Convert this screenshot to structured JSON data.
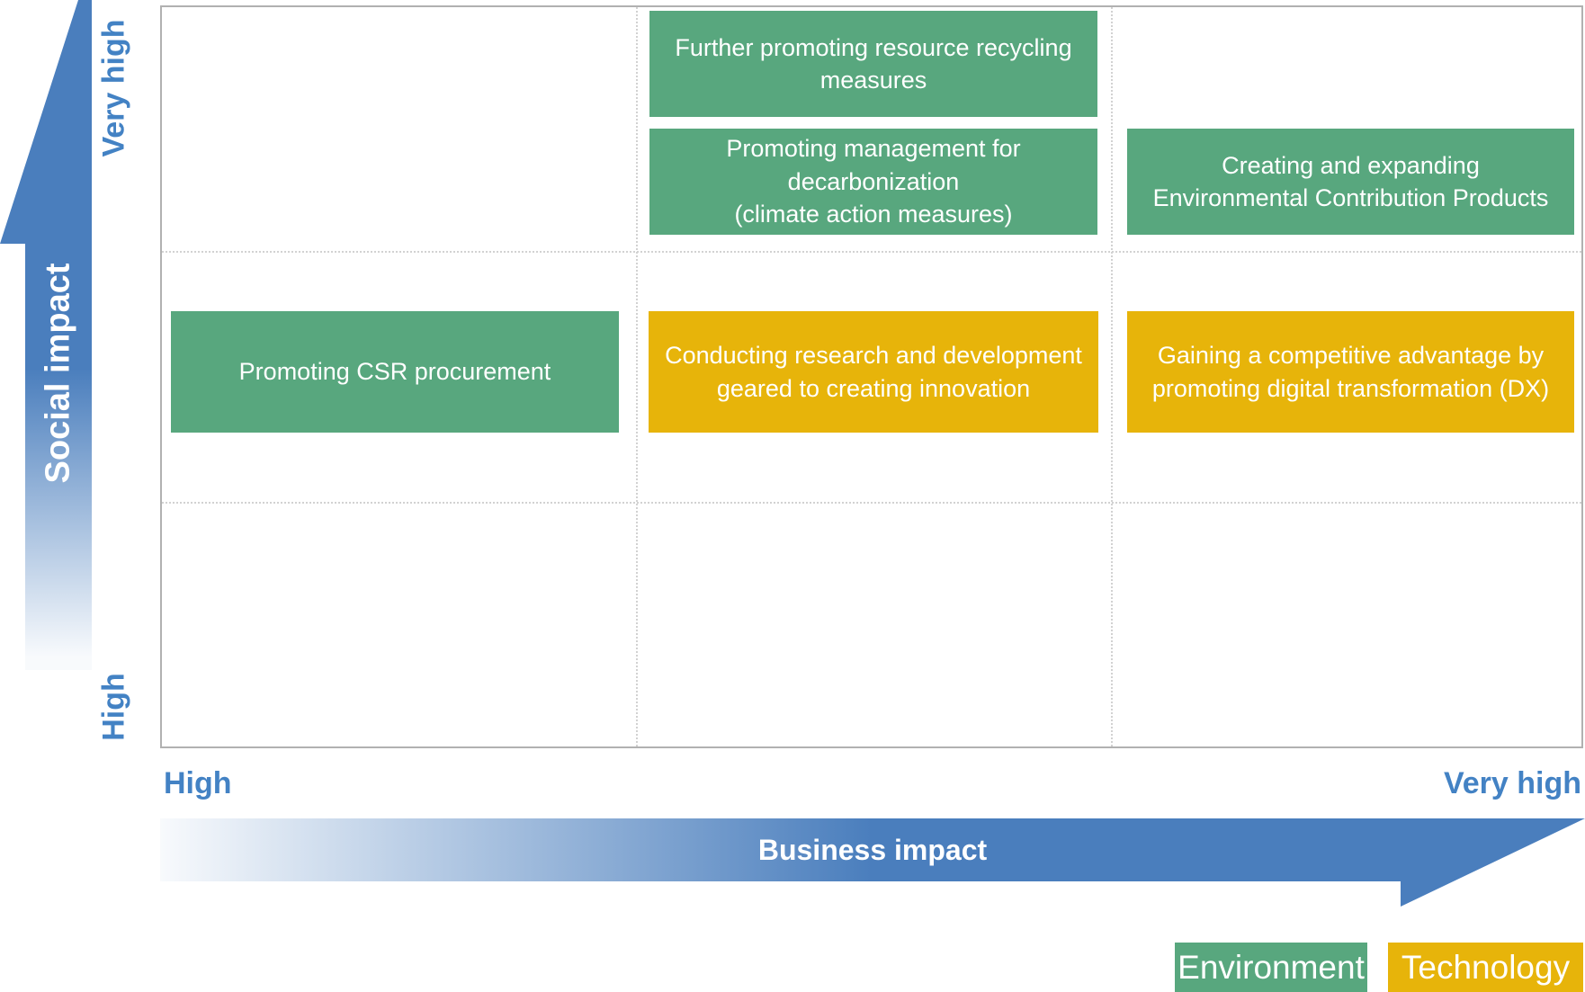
{
  "y_axis": {
    "label": "Social impact",
    "top_label": "Very high",
    "bottom_label": "High"
  },
  "x_axis": {
    "label": "Business impact",
    "left_label": "High",
    "right_label": "Very high"
  },
  "items": [
    {
      "id": "resource-recycling",
      "category": "Environment",
      "label": "Further promoting resource recycling\nmeasures"
    },
    {
      "id": "decarbonization",
      "category": "Environment",
      "label": "Promoting management for decarbonization\n(climate action measures)"
    },
    {
      "id": "environmental-products",
      "category": "Environment",
      "label": "Creating and expanding\nEnvironmental Contribution Products"
    },
    {
      "id": "csr-procurement",
      "category": "Environment",
      "label": "Promoting CSR procurement"
    },
    {
      "id": "rd-innovation",
      "category": "Technology",
      "label": "Conducting research and development\ngeared to creating innovation"
    },
    {
      "id": "digital-transformation",
      "category": "Technology",
      "label": "Gaining a competitive advantage by\npromoting digital transformation (DX)"
    }
  ],
  "legend": [
    {
      "label": "Environment",
      "color": "#58a77e"
    },
    {
      "label": "Technology",
      "color": "#e7b40a"
    }
  ],
  "colors": {
    "environment_green": "#58a77e",
    "technology_yellow": "#e7b40a",
    "arrow_blue": "#4a7ebd",
    "label_blue": "#4382c4",
    "grid_border": "#b1b1b1",
    "grid_dotted": "#d2d2d2"
  }
}
